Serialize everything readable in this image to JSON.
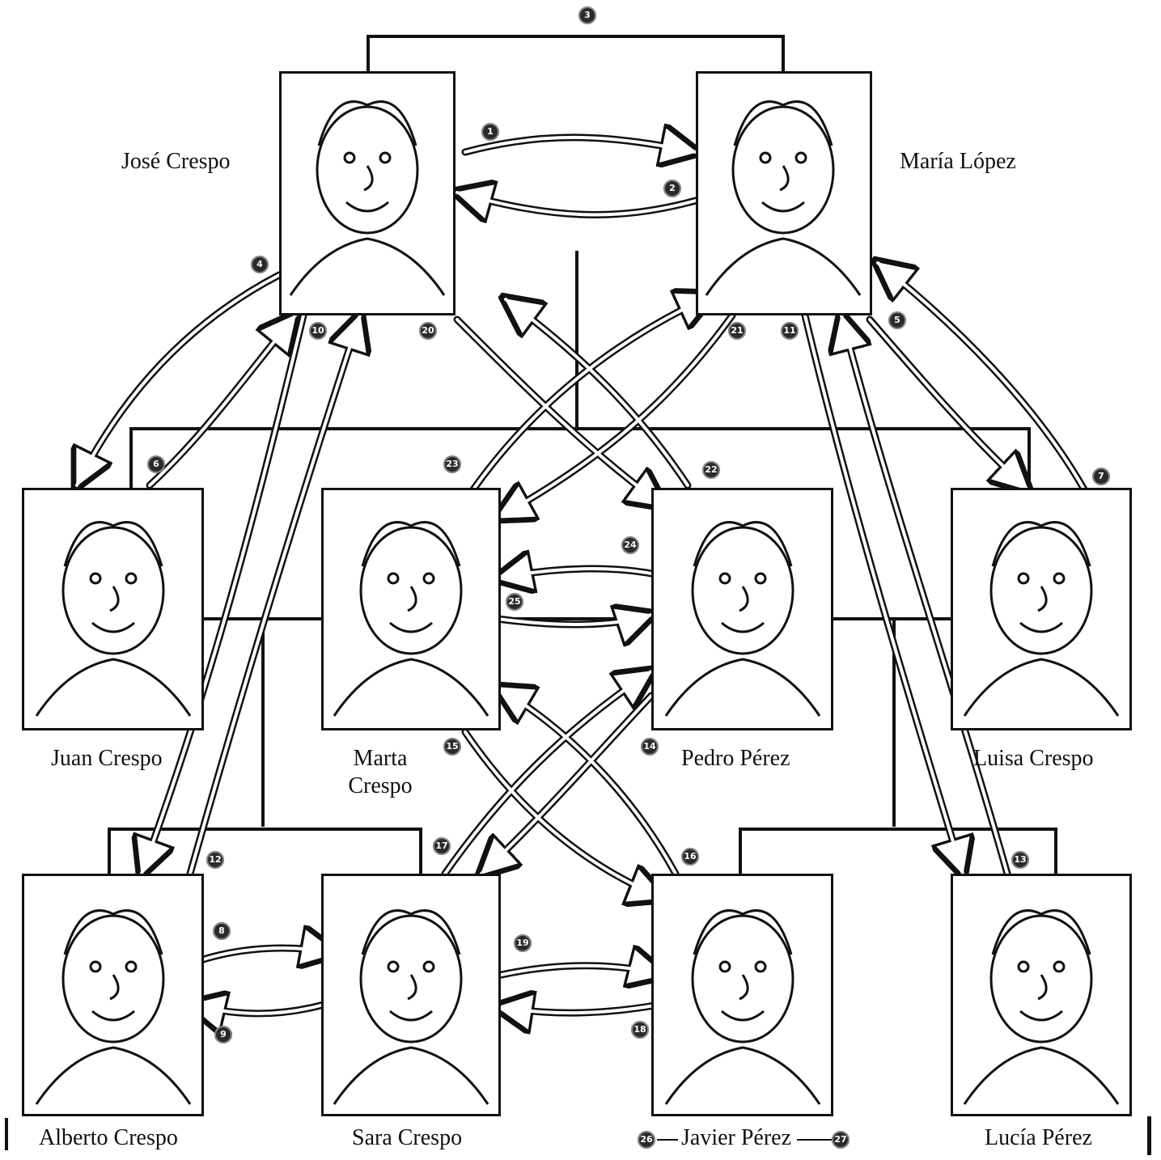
{
  "people": [
    {
      "id": "jose",
      "name": "José Crespo"
    },
    {
      "id": "maria",
      "name": "María López"
    },
    {
      "id": "juan",
      "name": "Juan Crespo"
    },
    {
      "id": "marta",
      "name": "Marta\nCrespo"
    },
    {
      "id": "pedro",
      "name": "Pedro Pérez"
    },
    {
      "id": "luisa",
      "name": "Luisa Crespo"
    },
    {
      "id": "alberto",
      "name": "Alberto Crespo"
    },
    {
      "id": "sara",
      "name": "Sara Crespo"
    },
    {
      "id": "javier",
      "name": "Javier Pérez"
    },
    {
      "id": "lucia",
      "name": "Lucía Pérez"
    }
  ],
  "markers": [
    "1",
    "2",
    "3",
    "4",
    "5",
    "6",
    "7",
    "8",
    "9",
    "10",
    "11",
    "12",
    "13",
    "14",
    "15",
    "16",
    "17",
    "18",
    "19",
    "20",
    "21",
    "22",
    "23",
    "24",
    "25",
    "26",
    "27"
  ],
  "colors": {
    "line": "#111111",
    "arrow_fill": "#ffffff",
    "marker": "#2a2a2a"
  }
}
